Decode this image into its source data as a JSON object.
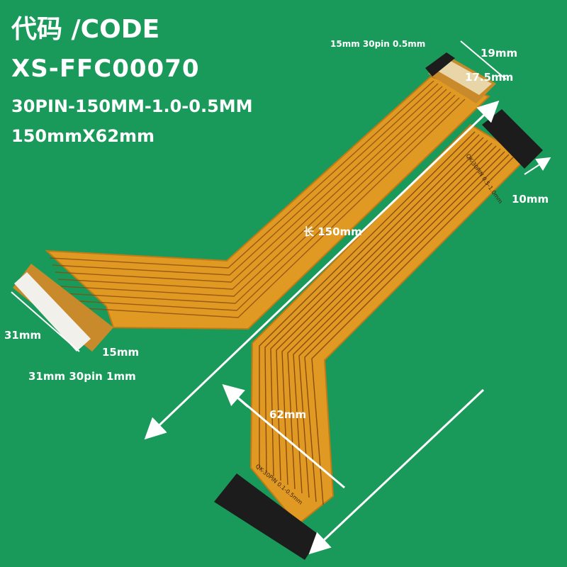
{
  "header": {
    "code_title": "代码 /CODE",
    "part_number": "XS-FFC00070",
    "spec": "30PIN-150MM-1.0-0.5MM",
    "size": "150mmX62mm"
  },
  "annotations": {
    "top_connector": "15mm 30pin 0.5mm",
    "width_19": "19mm",
    "width_17_5": "17.5mm",
    "width_10": "10mm",
    "length": "长 150mm",
    "height_31": "31mm",
    "width_15": "15mm",
    "bottom_connector": "31mm 30pin 1mm",
    "width_62": "62mm"
  },
  "cable_print": {
    "upper": "QK-30PIN 0.5-1.0mm",
    "lower": "QK-30PIN 0.1-0.5mm"
  },
  "colors": {
    "background": "#1a9a5a",
    "cable": "#e09a24",
    "trace": "#8a4a10",
    "connector": "#1c1c1c",
    "text": "#ffffff"
  }
}
